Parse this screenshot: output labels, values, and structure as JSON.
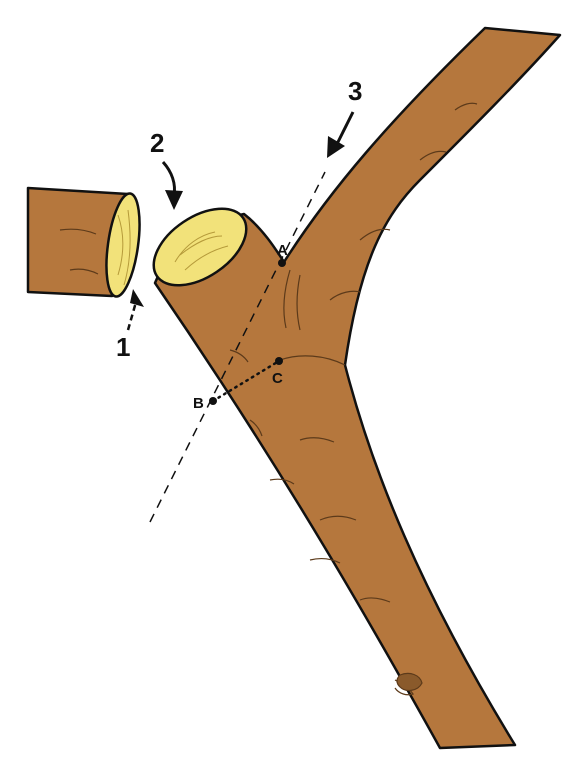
{
  "colors": {
    "bark": "#b5773d",
    "bark_dark": "#8a5a2b",
    "wood": "#f2e27a",
    "ink": "#111111"
  },
  "labels": {
    "cut_1": "1",
    "cut_2": "2",
    "cut_3": "3",
    "point_a": "A",
    "point_b": "B",
    "point_c": "C"
  }
}
